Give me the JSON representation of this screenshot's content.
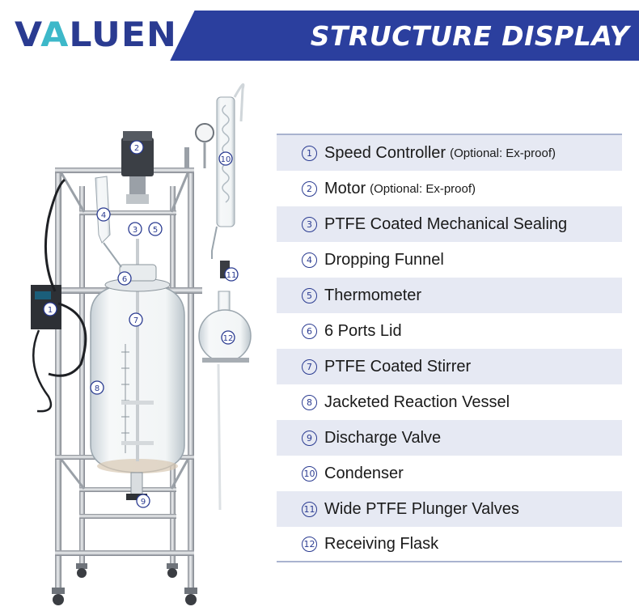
{
  "header": {
    "logo": "VALUEN",
    "title": "STRUCTURE DISPLAY"
  },
  "colors": {
    "brand_blue": "#2b3f9e",
    "logo_blue": "#2a3b91",
    "logo_accent": "#3db8c9",
    "row_shade": "#e6e9f3"
  },
  "parts": [
    {
      "num": "1",
      "name": "Speed Controller",
      "note": "(Optional: Ex-proof)"
    },
    {
      "num": "2",
      "name": "Motor",
      "note": "(Optional: Ex-proof)"
    },
    {
      "num": "3",
      "name": "PTFE Coated Mechanical Sealing",
      "note": ""
    },
    {
      "num": "4",
      "name": "Dropping Funnel",
      "note": ""
    },
    {
      "num": "5",
      "name": "Thermometer",
      "note": ""
    },
    {
      "num": "6",
      "name": "6 Ports Lid",
      "note": ""
    },
    {
      "num": "7",
      "name": "PTFE Coated Stirrer",
      "note": ""
    },
    {
      "num": "8",
      "name": "Jacketed Reaction Vessel",
      "note": ""
    },
    {
      "num": "9",
      "name": "Discharge Valve",
      "note": ""
    },
    {
      "num": "10",
      "name": "Condenser",
      "note": ""
    },
    {
      "num": "11",
      "name": "Wide PTFE Plunger Valves",
      "note": ""
    },
    {
      "num": "12",
      "name": "Receiving Flask",
      "note": ""
    }
  ]
}
